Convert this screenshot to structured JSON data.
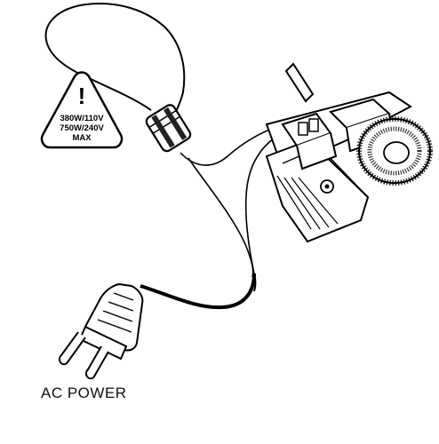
{
  "warning": {
    "symbol": "!",
    "line1": "380W/110V",
    "line2": "750W/240V",
    "line3": "MAX"
  },
  "plug": {
    "label": "AC POWER"
  },
  "icons": [
    "warning-triangle-icon",
    "light-bulb-icon",
    "dimmer-module-icon",
    "toroid-coil-icon",
    "ac-plug-icon"
  ],
  "colors": {
    "ink": "#000000",
    "paper": "#ffffff"
  }
}
